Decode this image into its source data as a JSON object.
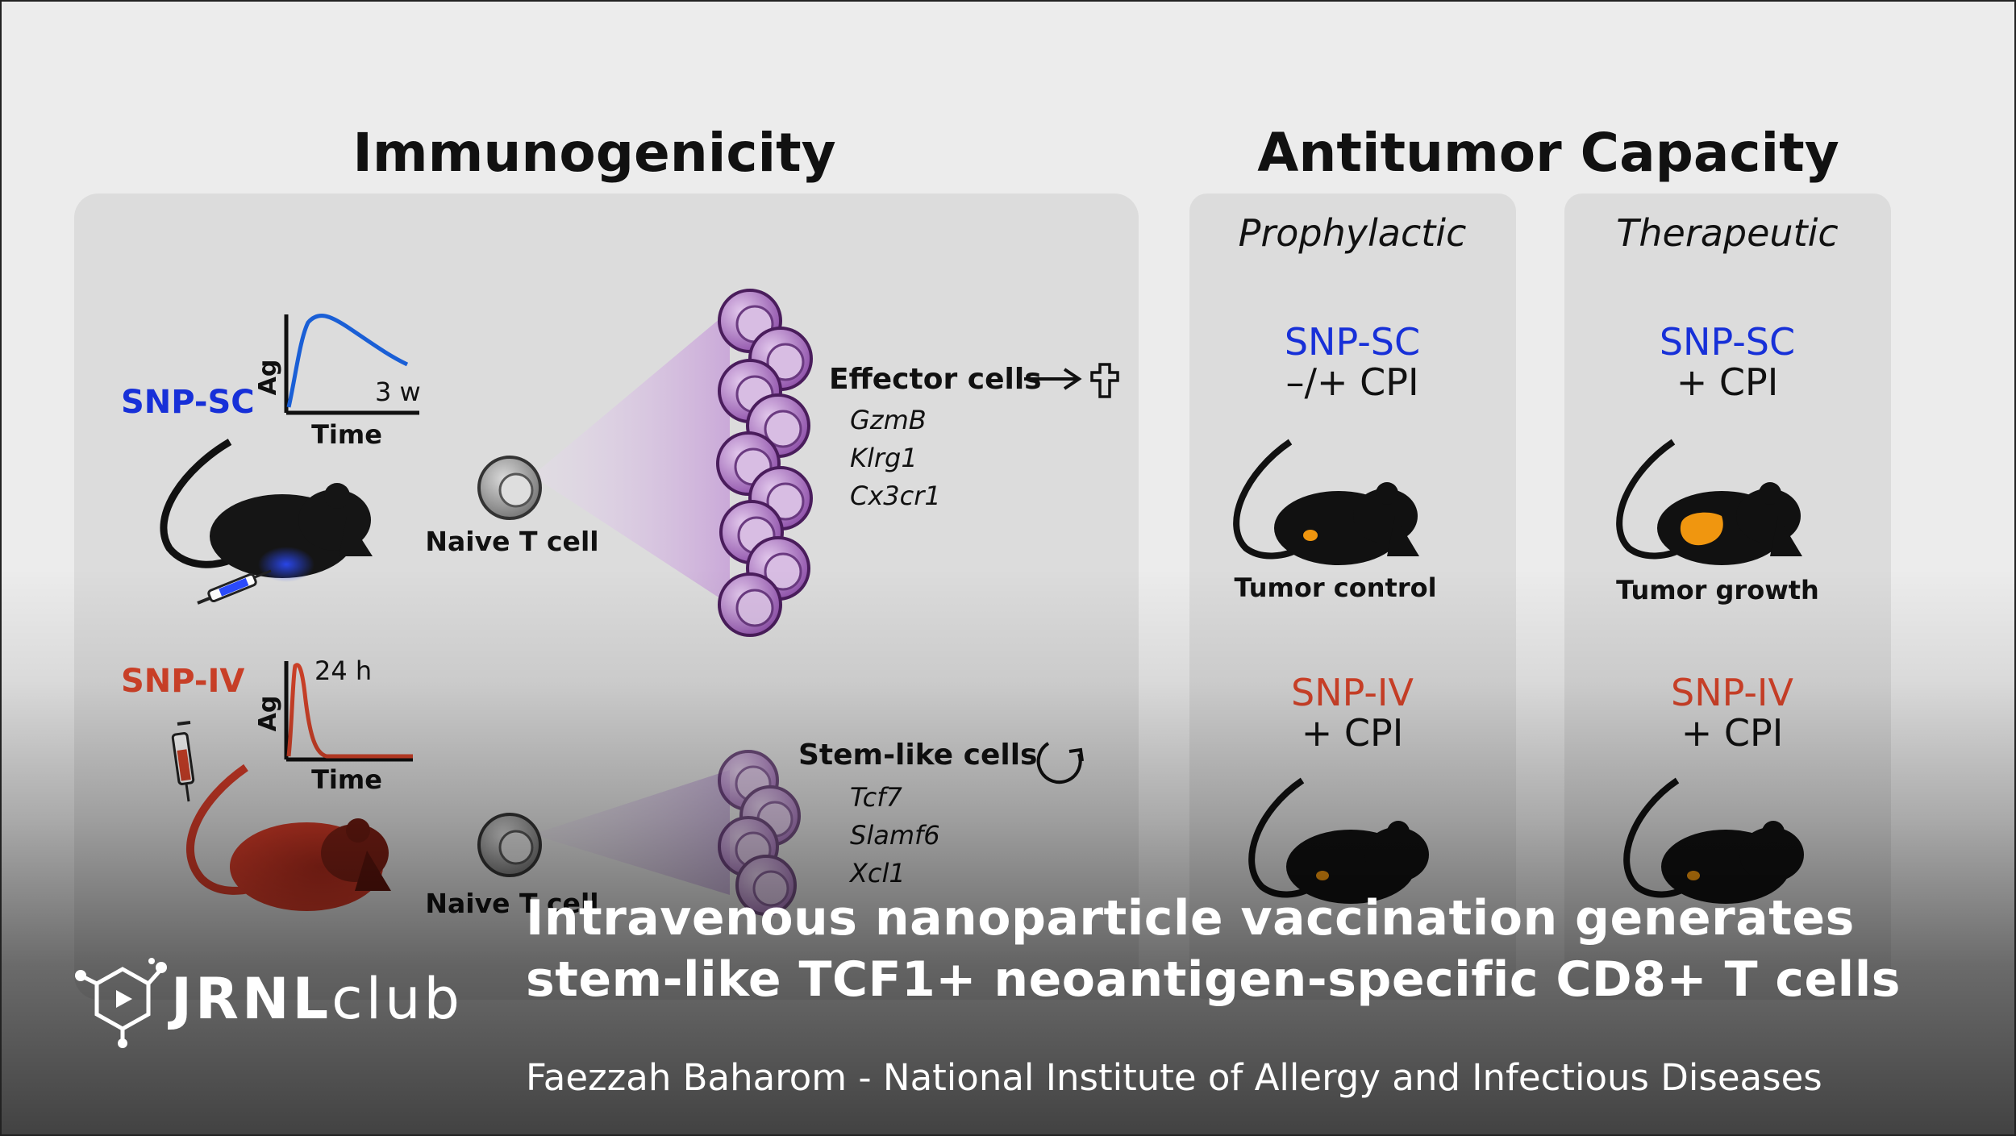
{
  "figure": {
    "section_immunogenicity": "Immunogenicity",
    "section_antitumor": "Antitumor Capacity",
    "sc": {
      "label": "SNP-SC",
      "y_axis": "Ag",
      "x_axis": "Time",
      "duration": "3 w"
    },
    "iv": {
      "label": "SNP-IV",
      "y_axis": "Ag",
      "x_axis": "Time",
      "duration": "24 h"
    },
    "naive_label": "Naive T cell",
    "effector": {
      "label": "Effector cells",
      "genes": [
        "GzmB",
        "Klrg1",
        "Cx3cr1"
      ]
    },
    "stem": {
      "label": "Stem-like cells",
      "genes": [
        "Tcf7",
        "Slamf6",
        "Xcl1"
      ]
    },
    "prophylactic": {
      "header": "Prophylactic",
      "sc_label": "SNP-SC",
      "sc_cpi": "–/+ CPI",
      "sc_outcome": "Tumor control",
      "iv_label": "SNP-IV",
      "iv_cpi": "+ CPI"
    },
    "therapeutic": {
      "header": "Therapeutic",
      "sc_label": "SNP-SC",
      "sc_cpi": "+ CPI",
      "sc_outcome": "Tumor growth",
      "iv_label": "SNP-IV",
      "iv_cpi": "+ CPI"
    }
  },
  "overlay": {
    "brand_bold": "JRNL",
    "brand_light": "club",
    "title_line1": "Intravenous nanoparticle vaccination generates",
    "title_line2": "stem-like TCF1+ neoantigen-specific CD8+ T cells",
    "subtitle": "Faezzah Baharom - National Institute of Allergy and Infectious Diseases"
  },
  "colors": {
    "sc_blue": "#1730d8",
    "iv_red": "#d8442a",
    "cell_purple": "#9b63b0",
    "tumor_orange": "#f0960f"
  }
}
